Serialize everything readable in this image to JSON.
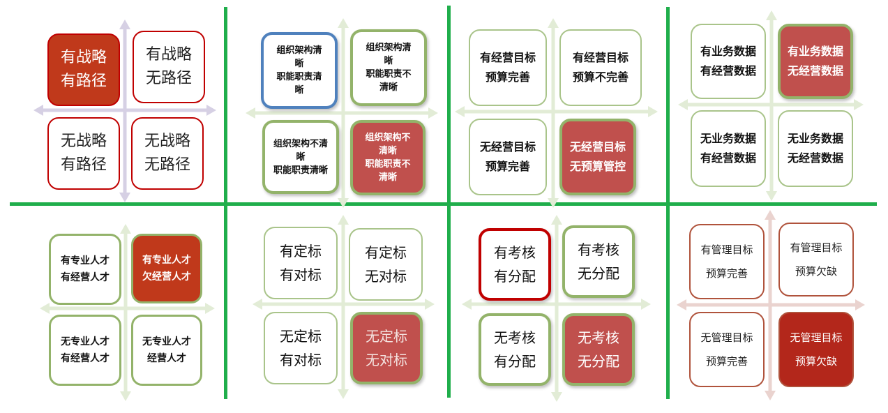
{
  "panels": [
    {
      "id": "strategy",
      "cells": [
        {
          "lines": [
            "有战略",
            "有路径"
          ],
          "highlight": true
        },
        {
          "lines": [
            "有战略",
            "无路径"
          ],
          "highlight": false
        },
        {
          "lines": [
            "无战略",
            "有路径"
          ],
          "highlight": false
        },
        {
          "lines": [
            "无战略",
            "无路径"
          ],
          "highlight": false
        }
      ]
    },
    {
      "id": "organization",
      "cells": [
        {
          "lines": [
            "组织架构清",
            "晰",
            "职能职责清",
            "晰"
          ],
          "highlight": false,
          "selected": true
        },
        {
          "lines": [
            "组织架构清",
            "晰",
            "职能职责不",
            "清晰"
          ],
          "highlight": false
        },
        {
          "lines": [
            "组织架构不清",
            "晰",
            "职能职责清晰"
          ],
          "highlight": false
        },
        {
          "lines": [
            "组织架构不",
            "清晰",
            "职能职责不",
            "清晰"
          ],
          "highlight": true
        }
      ]
    },
    {
      "id": "operation",
      "cells": [
        {
          "lines": [
            "有经营目标",
            "预算完善"
          ],
          "highlight": false
        },
        {
          "lines": [
            "有经营目标",
            "预算不完善"
          ],
          "highlight": false
        },
        {
          "lines": [
            "无经营目标",
            "预算完善"
          ],
          "highlight": false
        },
        {
          "lines": [
            "无经营目标",
            "无预算管控"
          ],
          "highlight": true
        }
      ]
    },
    {
      "id": "data",
      "cells": [
        {
          "lines": [
            "有业务数据",
            "有经营数据"
          ],
          "highlight": false
        },
        {
          "lines": [
            "有业务数据",
            "无经营数据"
          ],
          "highlight": true
        },
        {
          "lines": [
            "无业务数据",
            "有经营数据"
          ],
          "highlight": false
        },
        {
          "lines": [
            "无业务数据",
            "无经营数据"
          ],
          "highlight": false
        }
      ]
    },
    {
      "id": "talent",
      "cells": [
        {
          "lines": [
            "有专业人才",
            "有经营人才"
          ],
          "highlight": false
        },
        {
          "lines": [
            "有专业人才",
            "欠经营人才"
          ],
          "highlight": true
        },
        {
          "lines": [
            "无专业人才",
            "有经营人才"
          ],
          "highlight": false
        },
        {
          "lines": [
            "无专业人才",
            "经营人才"
          ],
          "highlight": false
        }
      ]
    },
    {
      "id": "benchmark",
      "cells": [
        {
          "lines": [
            "有定标",
            "有对标"
          ],
          "highlight": false
        },
        {
          "lines": [
            "有定标",
            "无对标"
          ],
          "highlight": false
        },
        {
          "lines": [
            "无定标",
            "有对标"
          ],
          "highlight": false
        },
        {
          "lines": [
            "无定标",
            "无对标"
          ],
          "highlight": true
        }
      ]
    },
    {
      "id": "assessment",
      "cells": [
        {
          "lines": [
            "有考核",
            "有分配"
          ],
          "highlight": false,
          "selected": true
        },
        {
          "lines": [
            "有考核",
            "无分配"
          ],
          "highlight": false
        },
        {
          "lines": [
            "无考核",
            "有分配"
          ],
          "highlight": false
        },
        {
          "lines": [
            "无考核",
            "无分配"
          ],
          "highlight": true
        }
      ]
    },
    {
      "id": "management",
      "cells": [
        {
          "lines": [
            "有管理目标",
            "预算完善"
          ],
          "highlight": false
        },
        {
          "lines": [
            "有管理目标",
            "预算欠缺"
          ],
          "highlight": false
        },
        {
          "lines": [
            "无管理目标",
            "预算完善"
          ],
          "highlight": false
        },
        {
          "lines": [
            "无管理目标",
            "预算欠缺"
          ],
          "highlight": true
        }
      ]
    }
  ],
  "colors": {
    "divider": "#1fae4b",
    "highlight_red": "#c0504d",
    "highlight_dark_red": "#c0391b",
    "green_border": "#93b36a",
    "blue_border": "#4f81bd",
    "axis_purple": "#d6d0e4",
    "axis_green": "#e2ecd6",
    "axis_pink": "#ead3cf"
  }
}
